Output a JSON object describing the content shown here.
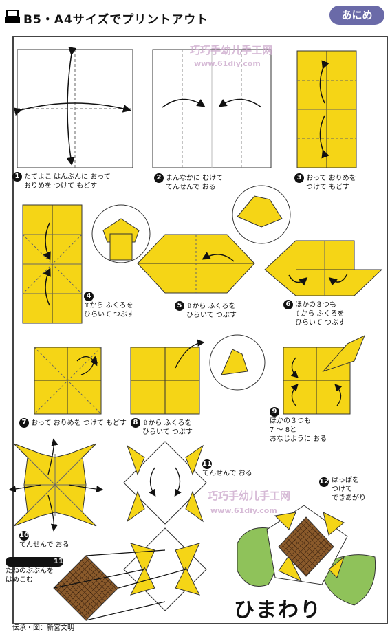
{
  "header": {
    "title": "B5・A4サイズでプリントアウト",
    "badge": "あにめ"
  },
  "watermark": {
    "name": "巧巧手幼儿手工网",
    "url": "www.61diy.com"
  },
  "steps": {
    "s1": {
      "num": "1",
      "line1": "たてよこ はんぶんに おって",
      "line2": "おりめを つけて もどす"
    },
    "s2": {
      "num": "2",
      "line1": "まんなかに むけて",
      "line2": "てんせんで おる"
    },
    "s3": {
      "num": "3",
      "line1": "おって おりめを",
      "line2": "つけて もどす"
    },
    "s4": {
      "num": "4",
      "line1": "⇧から ふくろを",
      "line2": "ひらいて つぶす"
    },
    "s5": {
      "num": "5",
      "line1": "⇧から ふくろを",
      "line2": "ひらいて つぶす"
    },
    "s6": {
      "num": "6",
      "line1": "ほかの３つも",
      "line2": "⇧から ふくろを",
      "line3": "ひらいて つぶす"
    },
    "s7": {
      "num": "7",
      "line1": "おって おりめを つけて もどす"
    },
    "s8": {
      "num": "8",
      "line1": "⇧から ふくろを",
      "line2": "ひらいて つぶす"
    },
    "s9": {
      "num": "9",
      "line1": "ほかの３つも",
      "line2": "7 〜 8と",
      "line3": "おなじように おる"
    },
    "s10": {
      "num": "10",
      "line1": "てんせんで おる"
    },
    "s11a": {
      "num": "11",
      "line1": "てんせんで おる"
    },
    "s11b": {
      "num": "11",
      "line1": "たねのぶぶんを",
      "line2": "はめこむ"
    },
    "s12": {
      "num": "12",
      "line1": "はっぱを",
      "line2": "つけて",
      "line3": "できあがり"
    }
  },
  "footer": {
    "credit": "伝承・図：新宮文明",
    "title": "ひまわり"
  },
  "colors": {
    "paper_yellow": "#f5d516",
    "paper_white": "#ffffff",
    "seed_brown": "#8a5a2b",
    "leaf_green": "#8fc25a",
    "badge": "#6a6aa8"
  }
}
